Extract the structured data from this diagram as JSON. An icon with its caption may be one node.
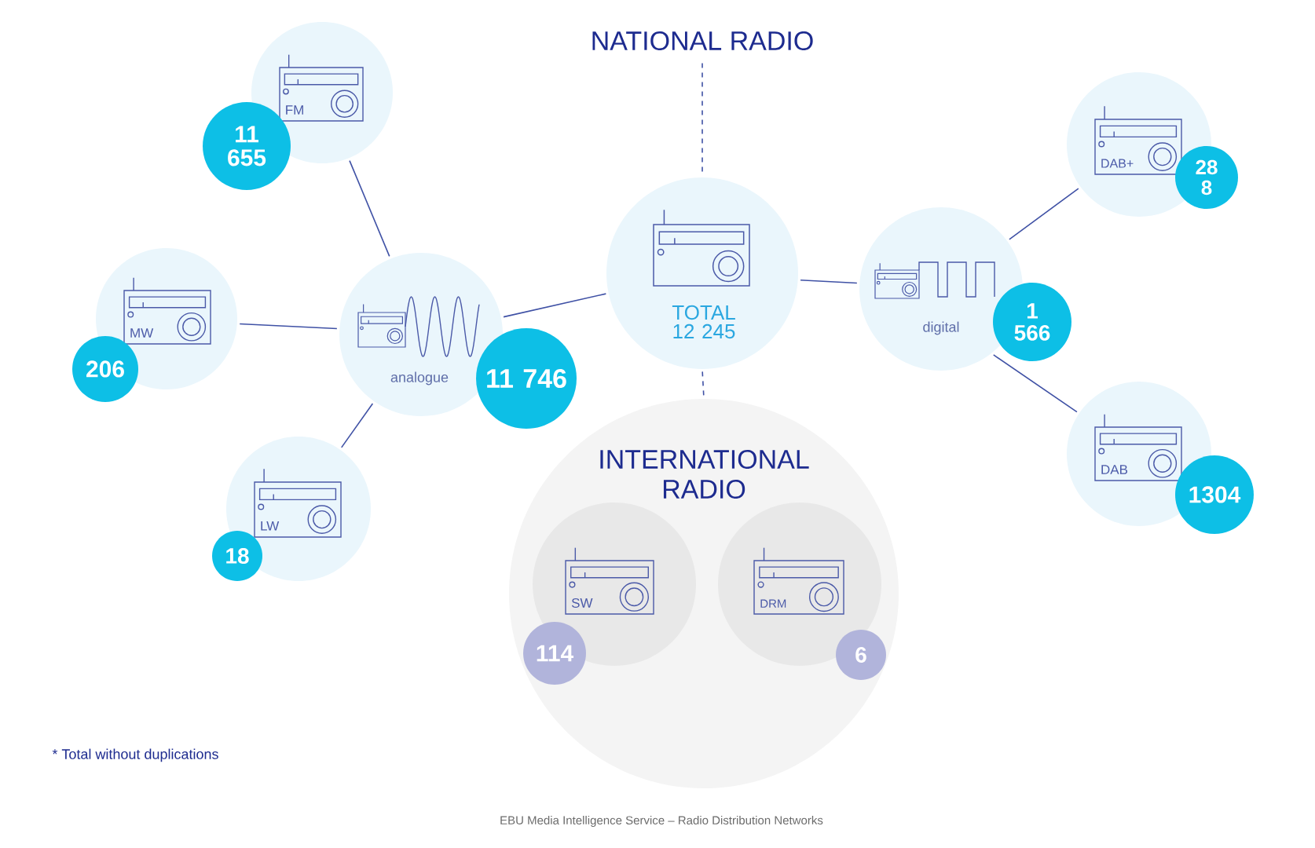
{
  "diagram": {
    "nodes": [
      {
        "text": [
          "NATIONAL RADIO"
        ]
      },
      {
        "text": [
          "FM"
        ]
      },
      {
        "text": [
          "11 655"
        ]
      },
      {
        "text": [
          "MW"
        ]
      },
      {
        "text": [
          "206"
        ]
      },
      {
        "text": [
          "analogue"
        ]
      },
      {
        "text": [
          "11 746"
        ]
      },
      {
        "text": [
          "LW"
        ]
      },
      {
        "text": [
          "18"
        ]
      },
      {
        "text": [
          "TOTAL 12 245"
        ]
      },
      {
        "text": [
          "digital"
        ]
      },
      {
        "text": [
          "1 566"
        ]
      },
      {
        "text": [
          "DAB+"
        ]
      },
      {
        "text": [
          "28 8"
        ]
      },
      {
        "text": [
          "DAB"
        ]
      },
      {
        "text": [
          "1304"
        ]
      },
      {
        "text": [
          "INTERNATIONAL RADIO"
        ]
      },
      {
        "text": [
          "SW"
        ],
        "in": 16
      },
      {
        "text": [
          "114"
        ],
        "in": 16
      },
      {
        "text": [
          "DRM"
        ],
        "in": 16
      },
      {
        "text": [
          "6"
        ],
        "in": 16
      }
    ],
    "edges": [
      {
        "from": 1,
        "to": 5,
        "arrow": "none"
      },
      {
        "from": 3,
        "to": 5,
        "arrow": "none"
      },
      {
        "from": 7,
        "to": 5,
        "arrow": "none"
      },
      {
        "from": 5,
        "to": 9,
        "arrow": "none"
      },
      {
        "from": 9,
        "to": 10,
        "arrow": "none"
      },
      {
        "from": 10,
        "to": 12,
        "arrow": "none"
      },
      {
        "from": 10,
        "to": 14,
        "arrow": "none"
      },
      {
        "from": 0,
        "to": 9,
        "arrow": "none",
        "style": "dashed"
      },
      {
        "from": 9,
        "to": 16,
        "arrow": "none",
        "style": "dashed"
      }
    ],
    "labels": [
      "* Total without duplications",
      "EBU Media Intelligence Service – Radio Distribution Networks"
    ]
  }
}
